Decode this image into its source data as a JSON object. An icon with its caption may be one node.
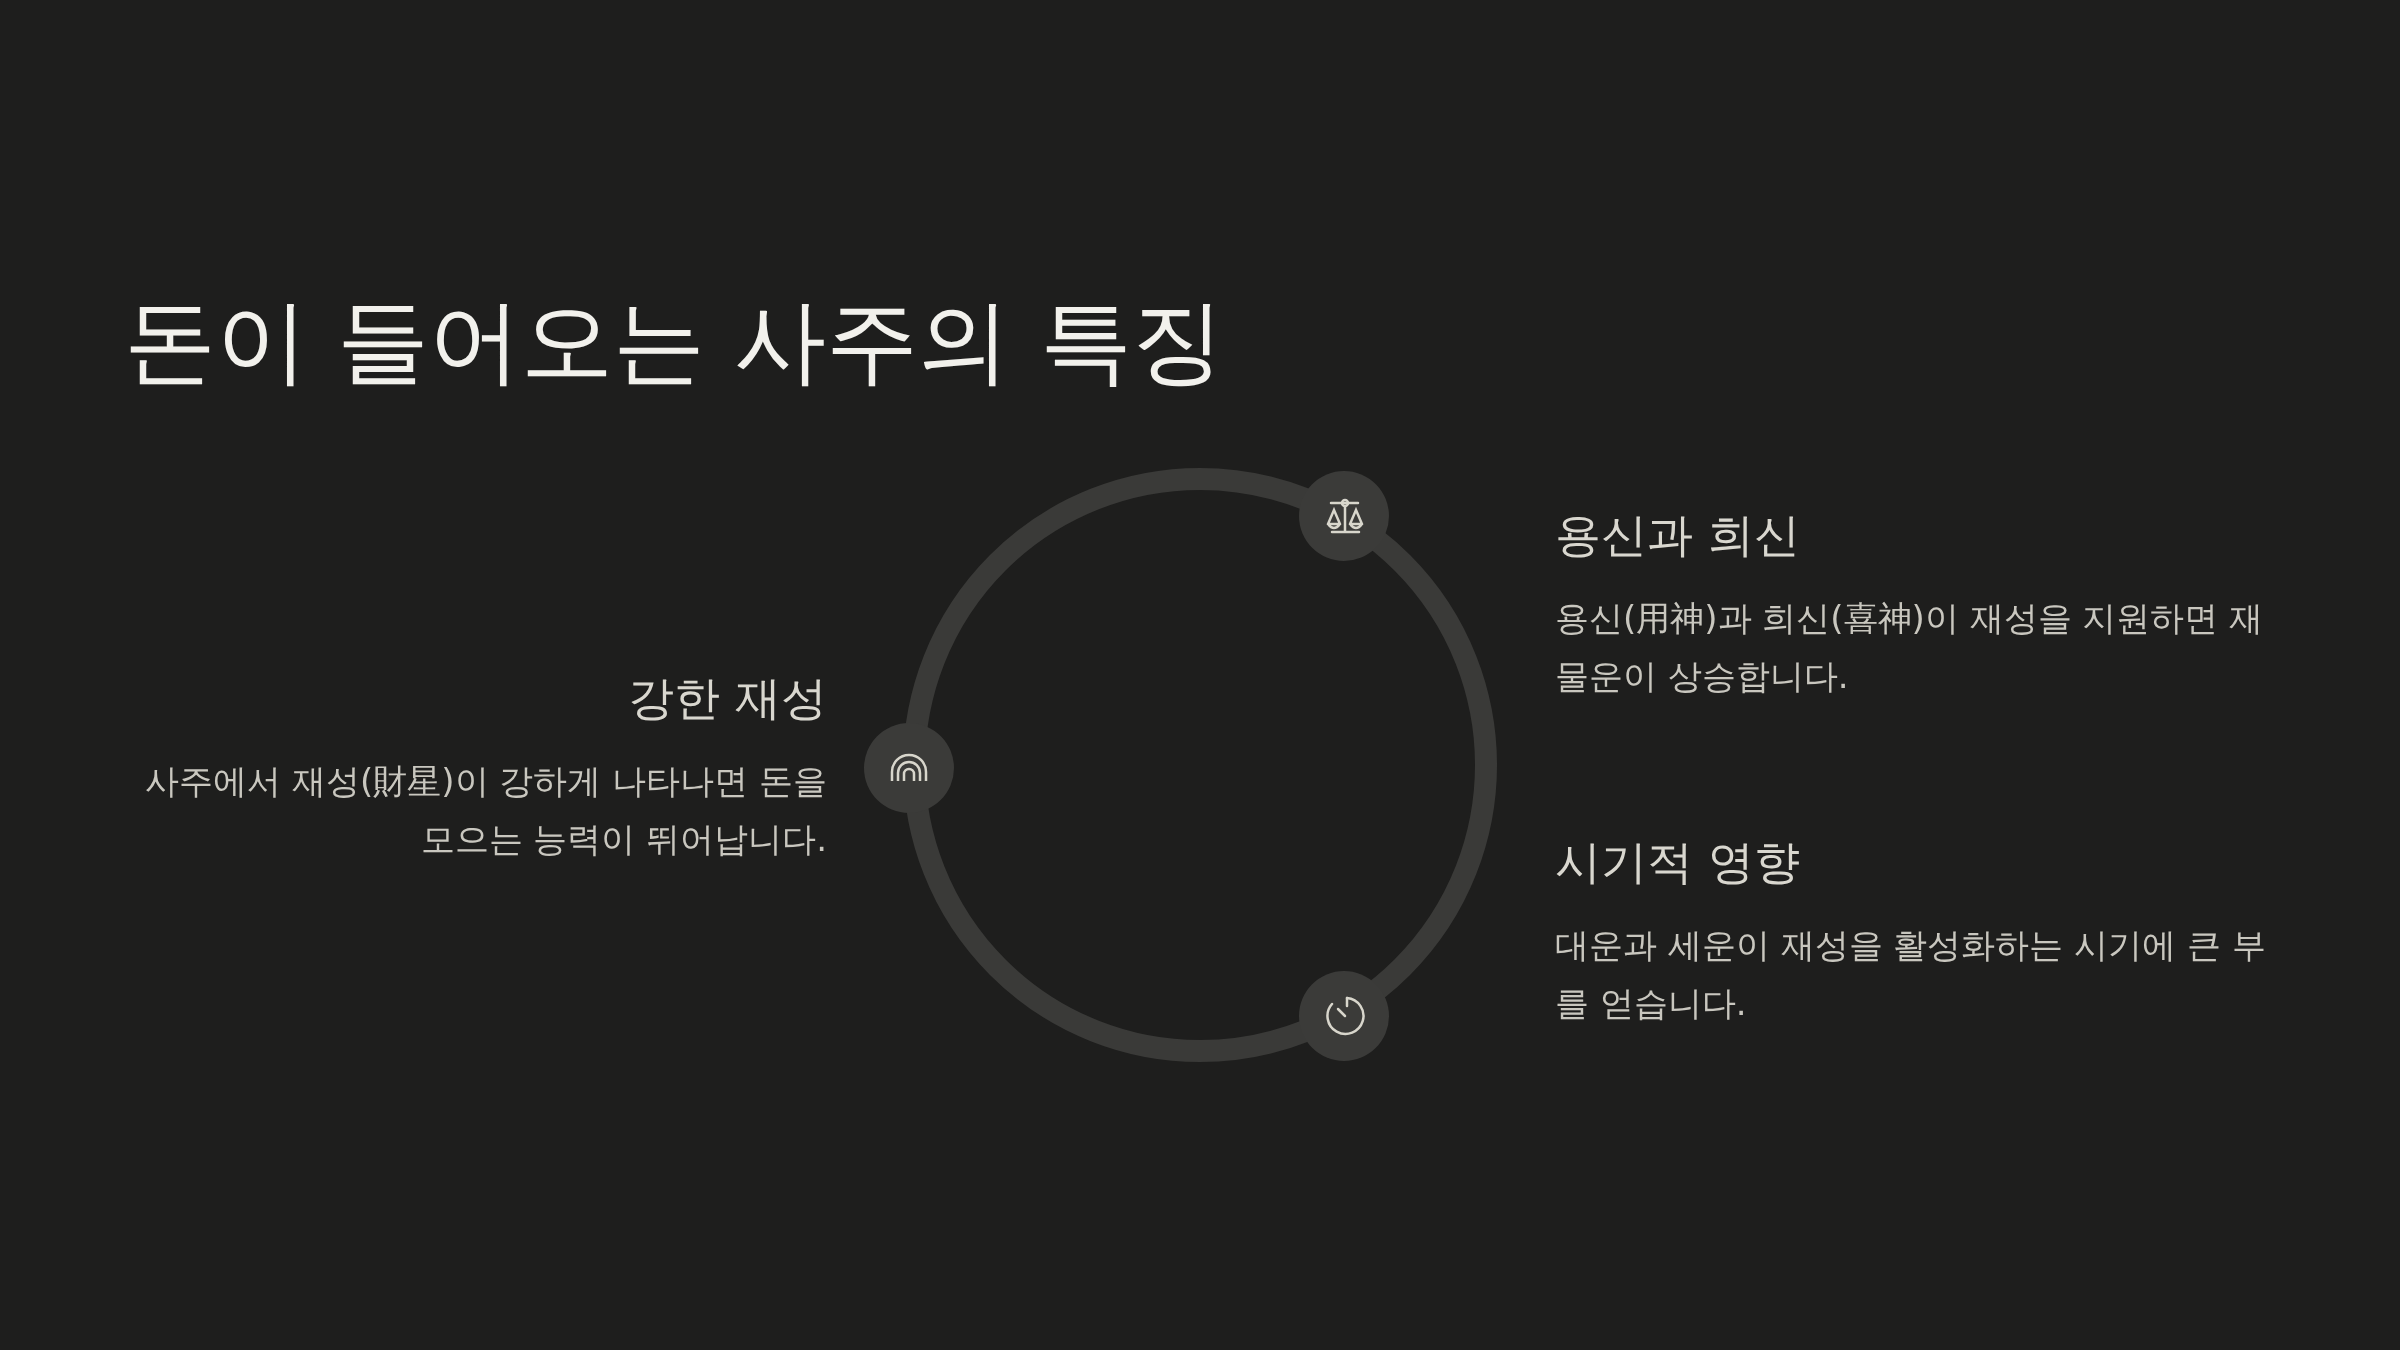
{
  "diagram": {
    "title": "돈이 들어오는 사주의 특징",
    "nodes": [
      {
        "text": [
          "강한 재성",
          "사주에서 재성(財星)이 강하게 나타나면 돈을 모으는 능력이 뛰어납니다."
        ]
      },
      {
        "text": [
          "용신과 희신",
          "용신(用神)과 희신(喜神)이 재성을 지원하면 재물운이 상승합니다."
        ]
      },
      {
        "text": [
          "시기적 영향",
          "대운과 세운이 재성을 활성화하는 시기에 큰 부를 얻습니다."
        ]
      }
    ],
    "edges": []
  }
}
